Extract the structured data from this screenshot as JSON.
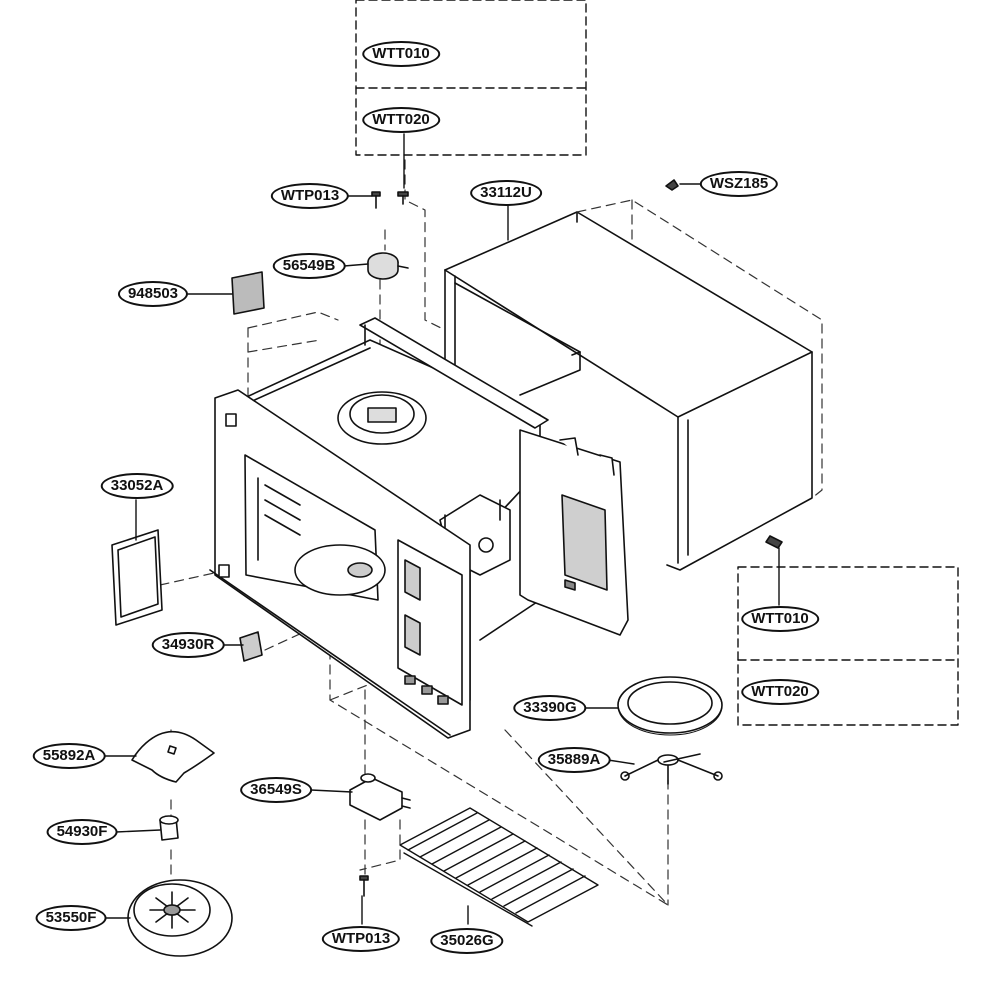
{
  "labels": {
    "wtt010_top": "WTT010",
    "wtt020_top": "WTT020",
    "wtp013_top": "WTP013",
    "wsz185": "WSZ185",
    "p33112u": "33112U",
    "p56549b": "56549B",
    "p948503": "948503",
    "p33052a": "33052A",
    "p34930r": "34930R",
    "wtt010_right": "WTT010",
    "wtt020_right": "WTT020",
    "p33390g": "33390G",
    "p35889a": "35889A",
    "p55892a": "55892A",
    "p36549s": "36549S",
    "p54930f": "54930F",
    "p53550f": "53550F",
    "wtp013_bottom": "WTP013",
    "p35026g": "35026G"
  },
  "colors": {
    "line": "#111111",
    "hidden": "#333333",
    "fill": "#ffffff",
    "shade": "#e8e8e8"
  }
}
